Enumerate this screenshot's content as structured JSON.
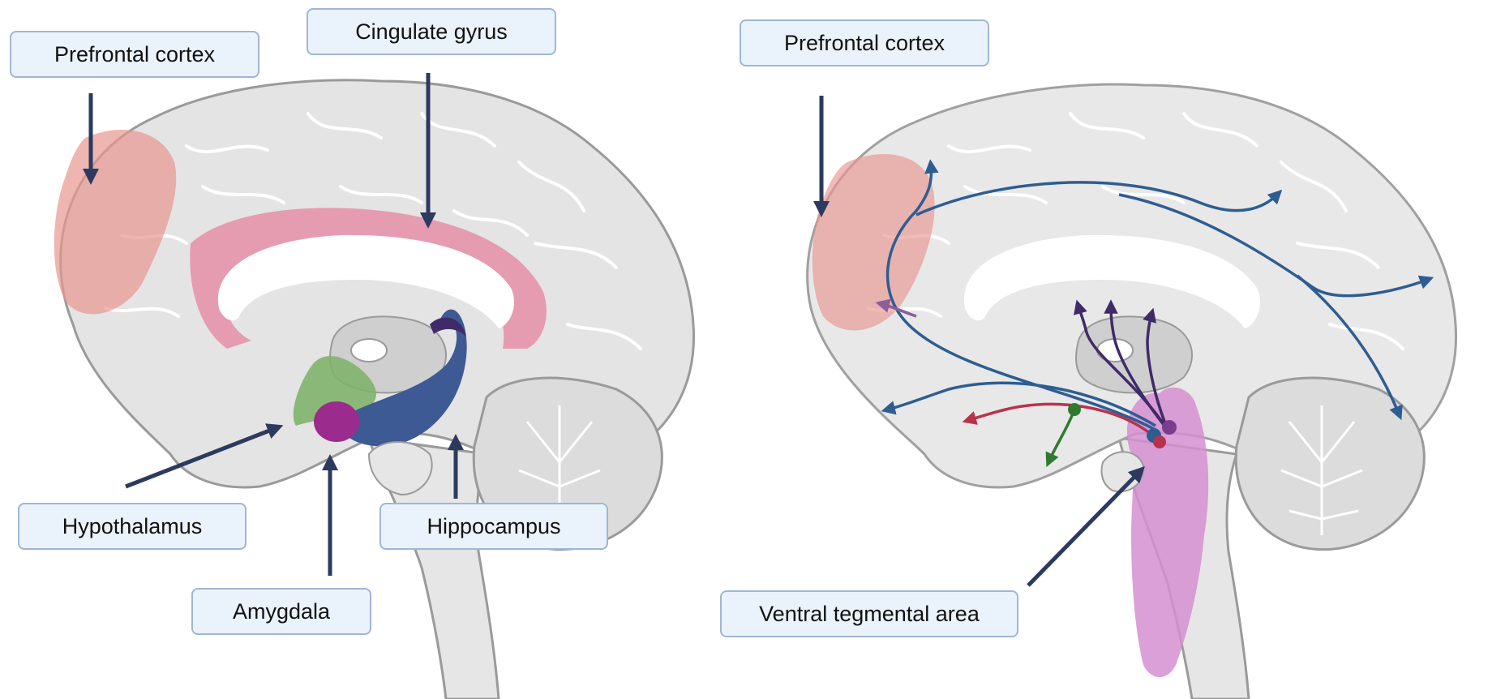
{
  "left_panel": {
    "labels": {
      "prefrontal_cortex": "Prefrontal cortex",
      "cingulate_gyrus": "Cingulate gyrus",
      "hypothalamus": "Hypothalamus",
      "hippocampus": "Hippocampus",
      "amygdala": "Amygdala"
    }
  },
  "right_panel": {
    "labels": {
      "prefrontal_cortex": "Prefrontal cortex",
      "ventral_tegmental_area": "Ventral tegmental area"
    }
  },
  "colors": {
    "brain_fill": "#e4e4e4",
    "brain_stroke": "#9a9a9a",
    "prefrontal": "#e8958f",
    "cingulate": "#e77d9a",
    "hypothalamus": "#7fb26c",
    "amygdala": "#9b2c8e",
    "hippocampus": "#3e5a94",
    "vta": "#d48fd0",
    "arrow": "#2b3a5e",
    "pathway_blue": "#2d5d92",
    "pathway_red": "#b8324b",
    "pathway_purple": "#3f2b68",
    "pathway_green": "#2f7a2f"
  }
}
